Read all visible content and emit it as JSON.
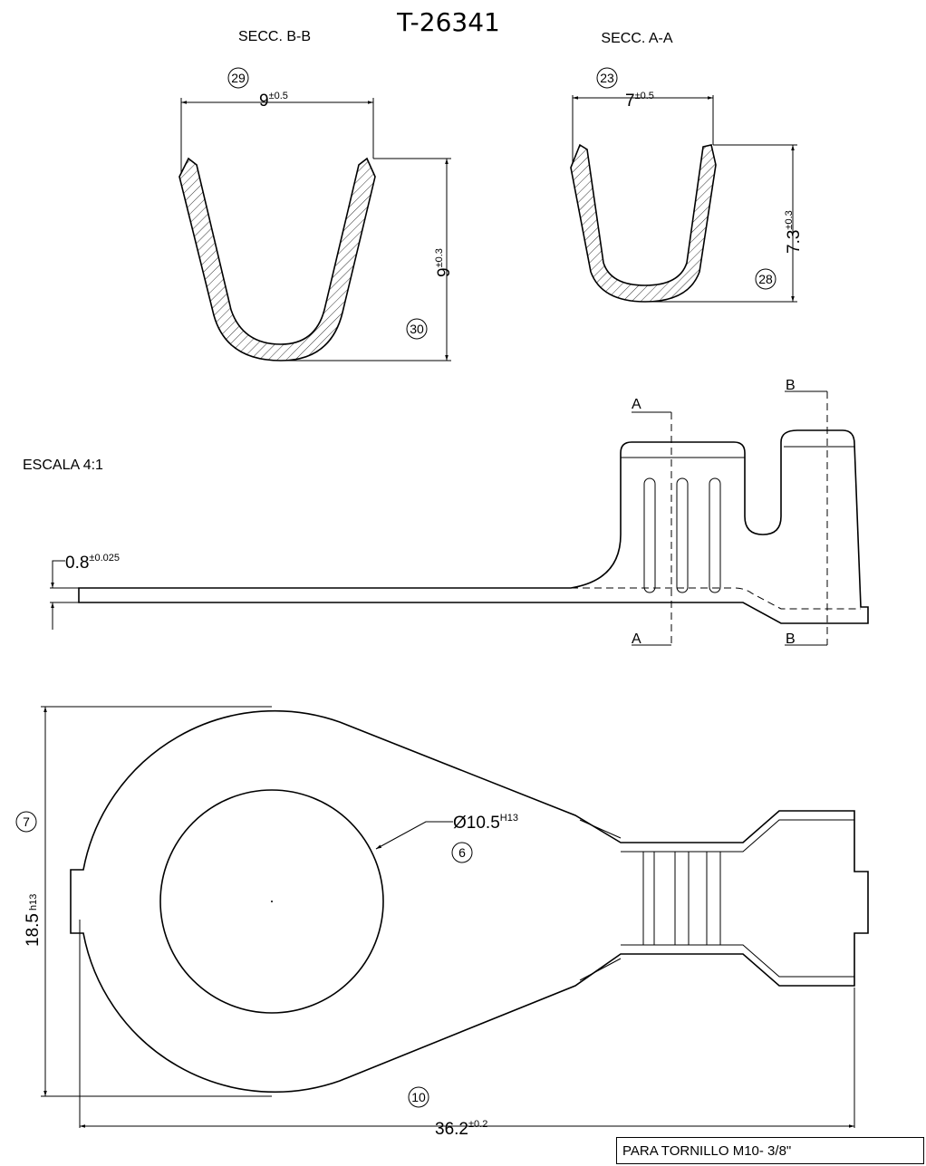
{
  "title": "T-26341",
  "sections": {
    "bb": {
      "label": "SECC. B-B",
      "width": "9",
      "width_tol": "±0.5",
      "height": "9",
      "height_tol": "±0.3",
      "balloon_width": "29",
      "balloon_height": "30"
    },
    "aa": {
      "label": "SECC. A-A",
      "width": "7",
      "width_tol": "±0.5",
      "height": "7.3",
      "height_tol": "±0.3",
      "balloon_width": "23",
      "balloon_height": "28"
    }
  },
  "side_view": {
    "scale": "ESCALA 4:1",
    "thickness": "0.8",
    "thickness_tol": "±0.025",
    "cut_a": "A",
    "cut_b": "B"
  },
  "top_view": {
    "hole": "Ø10.5",
    "hole_tol": "H13",
    "balloon_hole": "6",
    "width": "18.5",
    "width_tol": "h13",
    "balloon_width": "7",
    "length": "36.2",
    "length_tol": "±0.2",
    "balloon_length": "10"
  },
  "note": "PARA TORNILLO M10- 3/8\""
}
